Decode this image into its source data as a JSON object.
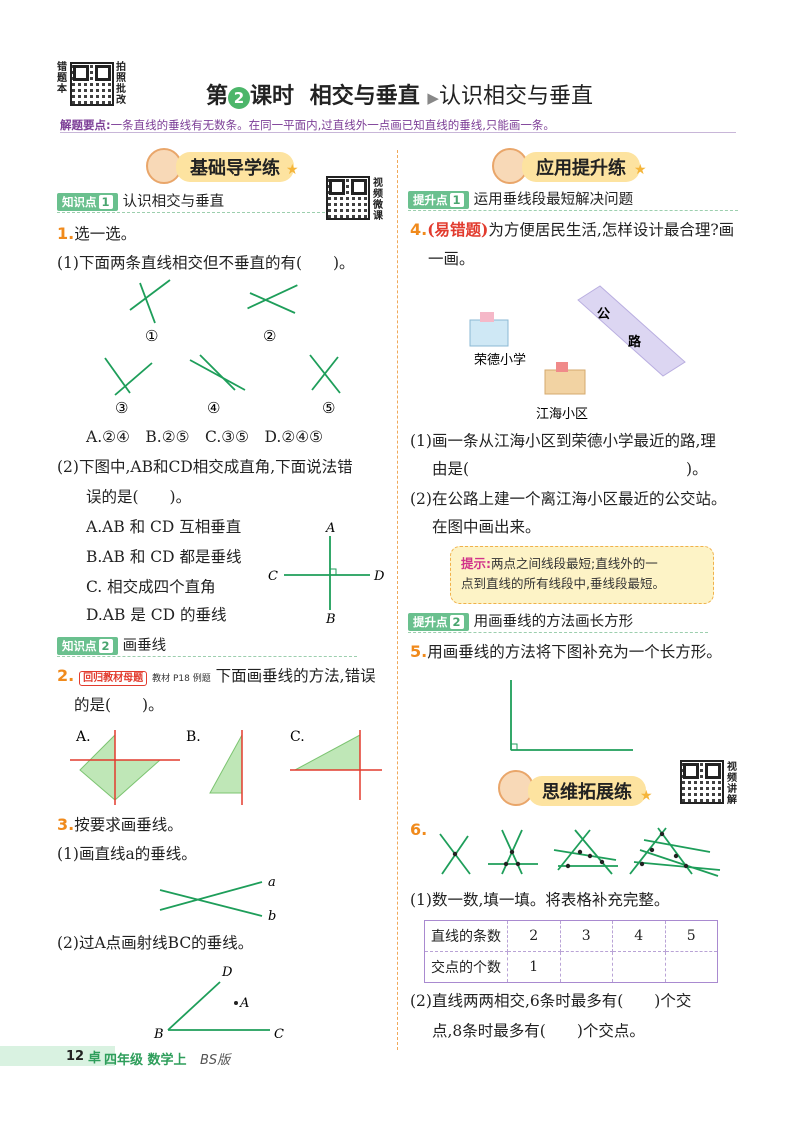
{
  "header": {
    "left_label_1": "错题本",
    "left_label_2": "拍照批改",
    "lesson_prefix": "第",
    "lesson_number": "2",
    "lesson_suffix": "课时",
    "lesson_topic": "相交与垂直",
    "lesson_subtitle": "认识相交与垂直",
    "hint_label": "解题要点:",
    "hint_text": "一条直线的垂线有无数条。在同一平面内,过直线外一点画已知直线的垂线,只能画一条。"
  },
  "left": {
    "section_title": "基础导学练",
    "qr_label": "视频微课",
    "kp1": {
      "tag": "知识点",
      "num": "1",
      "text": "认识相交与垂直"
    },
    "q1": {
      "num": "1.",
      "stem": "选一选。",
      "p1": "(1)下面两条直线相交但不垂直的有(　　)。",
      "fig_labels": [
        "①",
        "②",
        "③",
        "④",
        "⑤"
      ],
      "options": "A.②④　B.②⑤　C.③⑤　D.②④⑤",
      "p2a": "(2)下图中,AB和CD相交成直角,下面说法错",
      "p2b": "误的是(　　)。",
      "optA": "A.AB 和 CD 互相垂直",
      "optB": "B.AB 和 CD 都是垂线",
      "optC": "C. 相交成四个直角",
      "optD": "D.AB 是 CD 的垂线",
      "point_labels": [
        "A",
        "B",
        "C",
        "D"
      ]
    },
    "kp2": {
      "tag": "知识点",
      "num": "2",
      "text": "画垂线"
    },
    "q2": {
      "num": "2.",
      "badge": "回归教材母题",
      "badge_sub": "教材 P18 例题",
      "stem_a": "下面画垂线的方法,错误",
      "stem_b": "的是(　　)。",
      "choices": [
        "A.",
        "B.",
        "C."
      ]
    },
    "q3": {
      "num": "3.",
      "stem": "按要求画垂线。",
      "p1": "(1)画直线a的垂线。",
      "line_labels": [
        "a",
        "b"
      ],
      "p2": "(2)过A点画射线BC的垂线。",
      "ray_labels": [
        "D",
        "A",
        "B",
        "C"
      ]
    }
  },
  "right": {
    "section_title": "应用提升练",
    "kp1": {
      "tag": "提升点",
      "num": "1",
      "text": "运用垂线段最短解决问题"
    },
    "q4": {
      "num": "4.",
      "badge": "(易错题)",
      "stem_a": "为方便居民生活,怎样设计最合理?画",
      "stem_b": "一画。",
      "road_chars": [
        "公",
        "路"
      ],
      "school": "荣德小学",
      "community": "江海小区",
      "p1a": "(1)画一条从江海小区到荣德小学最近的路,理",
      "p1b": "由是(　　　　　　　　　　　　　　)。",
      "p2a": "(2)在公路上建一个离江海小区最近的公交站。",
      "p2b": "在图中画出来。",
      "tip_label": "提示:",
      "tip_a": "两点之间线段最短;直线外的一",
      "tip_b": "点到直线的所有线段中,垂线段最短。"
    },
    "kp2": {
      "tag": "提升点",
      "num": "2",
      "text": "用画垂线的方法画长方形"
    },
    "q5": {
      "num": "5.",
      "stem": "用画垂线的方法将下图补充为一个长方形。"
    },
    "section2_title": "思维拓展练",
    "qr_label": "视频讲解",
    "q6": {
      "num": "6.",
      "p1": "(1)数一数,填一填。将表格补充完整。",
      "table": {
        "row1_head": "直线的条数",
        "row1": [
          "2",
          "3",
          "4",
          "5"
        ],
        "row2_head": "交点的个数",
        "row2": [
          "1",
          "",
          "",
          ""
        ]
      },
      "p2a": "(2)直线两两相交,6条时最多有(　　)个交",
      "p2b": "点,8条时最多有(　　)个交点。"
    }
  },
  "footer": {
    "page": "12",
    "series": "四年级 数学上",
    "version": "BS版"
  },
  "colors": {
    "accent_green": "#4cb66a",
    "accent_orange": "#f08a1c",
    "hint_purple": "#7d3f97",
    "tag_green": "#6ac08e"
  }
}
